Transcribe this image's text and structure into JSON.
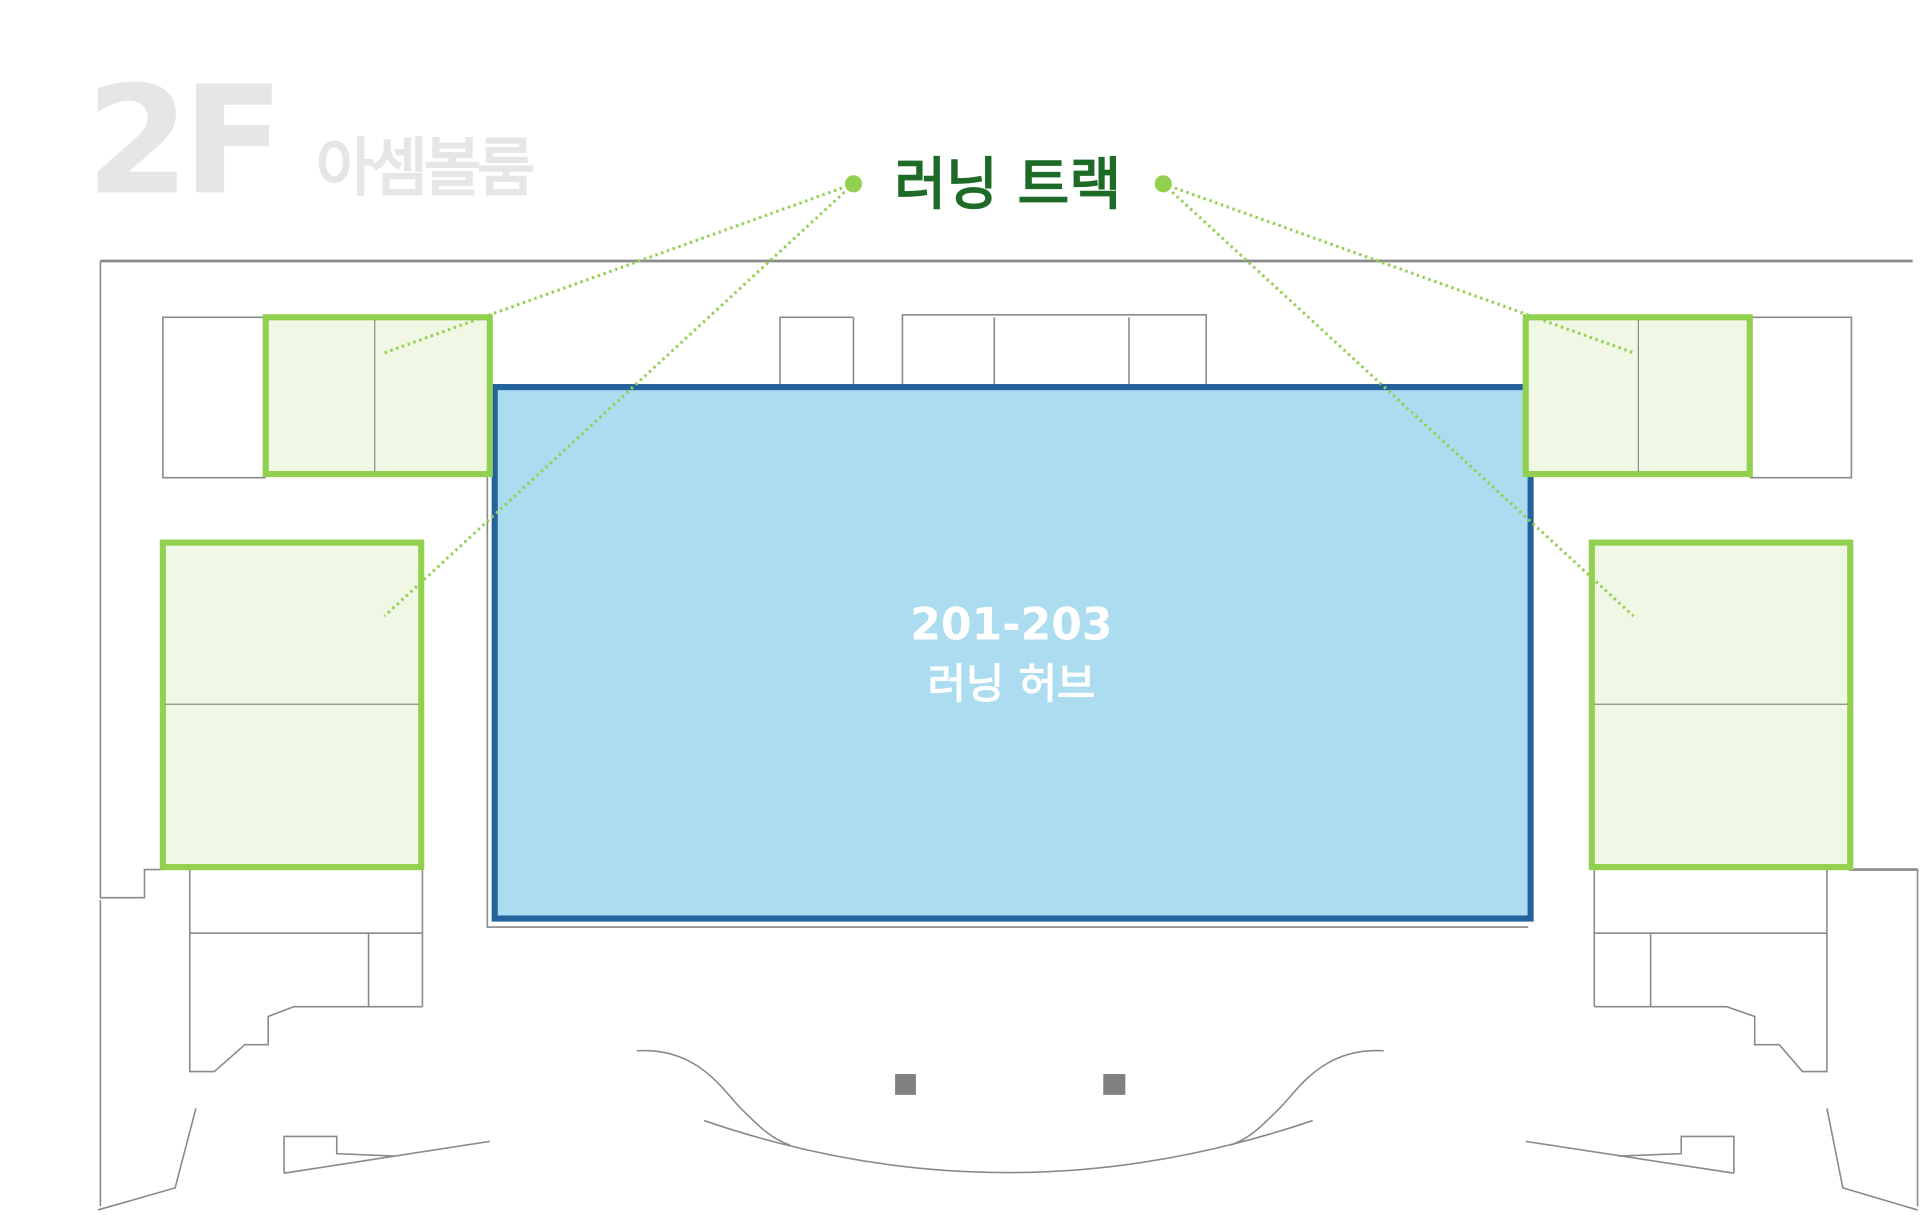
{
  "floor": {
    "level": "2F",
    "name": "아셈볼룸"
  },
  "callout": {
    "label": "러닝 트랙"
  },
  "hub": {
    "rooms": "201-203",
    "label": "러닝 허브"
  },
  "colors": {
    "track_fill": "#f0f7e5",
    "track_border": "#92d050",
    "hub_fill": "#abdcef",
    "hub_border": "#24629e",
    "callout_text": "#1d6b26",
    "floor_label": "#e6e6e6"
  }
}
